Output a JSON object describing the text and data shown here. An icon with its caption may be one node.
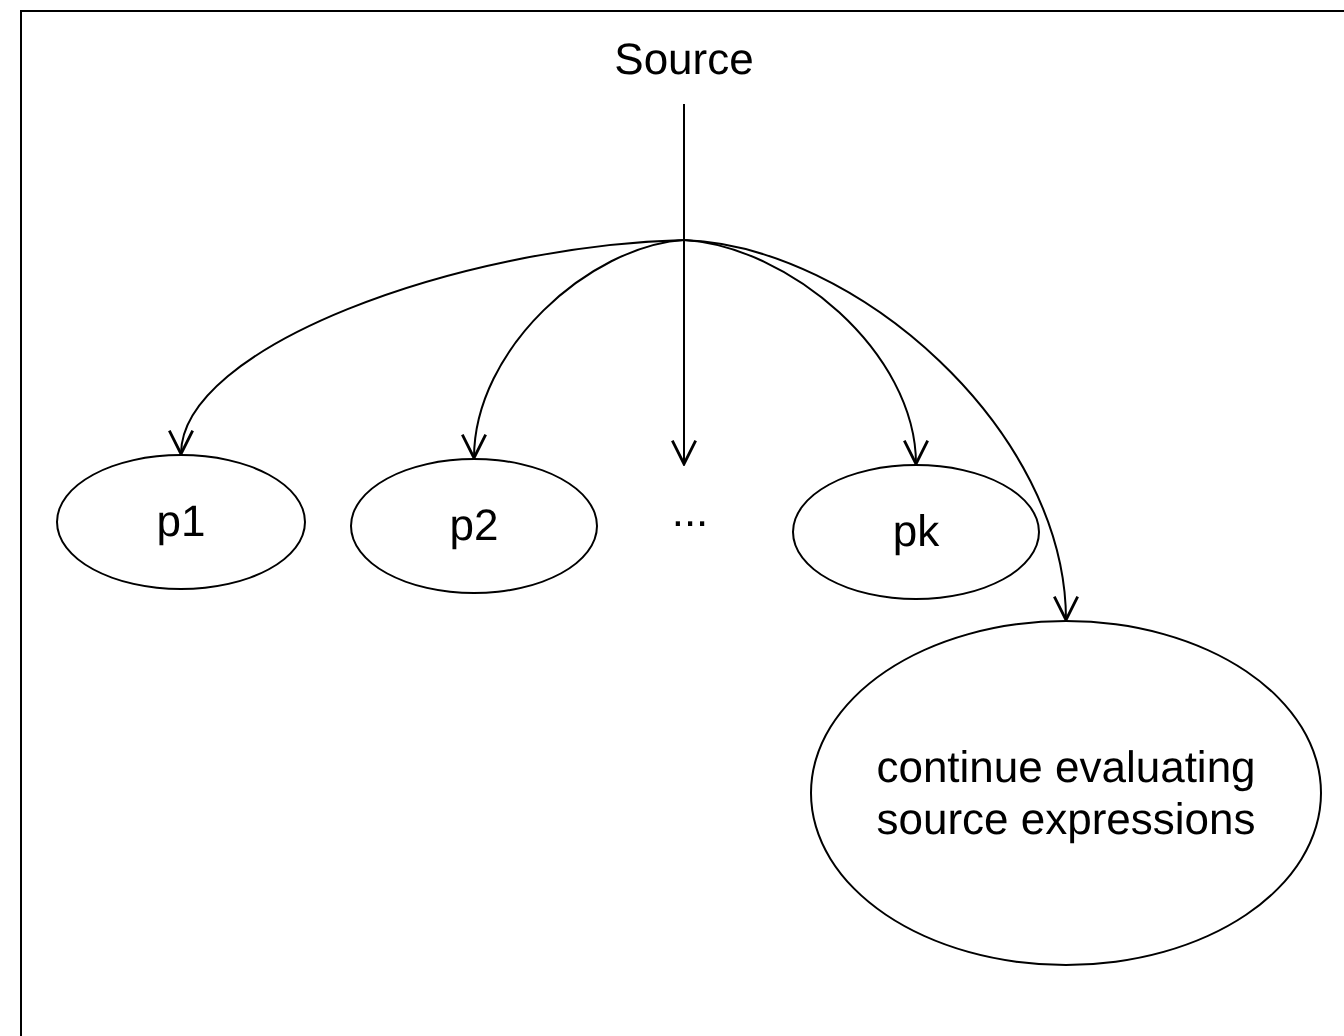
{
  "diagram": {
    "nodes": [
      {
        "text": [
          "Source"
        ]
      },
      {
        "text": [
          "p1"
        ]
      },
      {
        "text": [
          "p2"
        ]
      },
      {
        "text": [
          "..."
        ]
      },
      {
        "text": [
          "pk"
        ]
      },
      {
        "text": [
          "continue evaluating source expressions"
        ]
      }
    ],
    "edges": [
      {
        "from": 0,
        "to": 1,
        "arrow": "to"
      },
      {
        "from": 0,
        "to": 2,
        "arrow": "to"
      },
      {
        "from": 0,
        "to": 3,
        "arrow": "to"
      },
      {
        "from": 0,
        "to": 4,
        "arrow": "to"
      },
      {
        "from": 0,
        "to": 5,
        "arrow": "to"
      }
    ]
  }
}
